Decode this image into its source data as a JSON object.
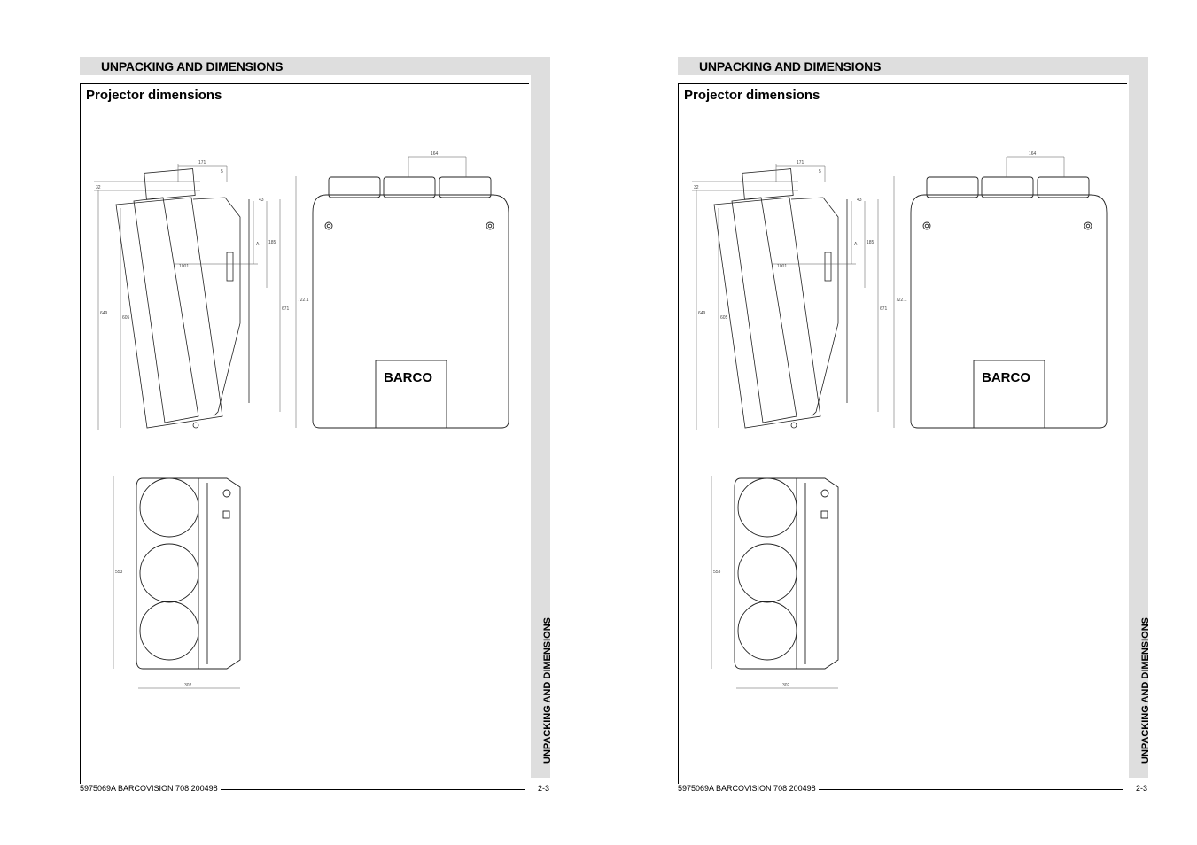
{
  "pages": [
    {
      "header_title": "UNPACKING AND DIMENSIONS",
      "section_title": "Projector dimensions",
      "side_tab": "UNPACKING AND DIMENSIONS",
      "footer_id": "5975069A BARCOVISION 708 200498",
      "page_number": "2-3",
      "logo_text": "BARCO",
      "dimension_labels": {
        "dim_top_right": "164",
        "dim_top_left": "171",
        "dim_small": "5",
        "dim_left_top": "32",
        "dim_right_small": "43",
        "dim_right_mid": "185",
        "dim_right_a": "A",
        "dim_center": "1001",
        "dim_total_height": "649",
        "dim_inner_height": "605",
        "dim_right_height": "671",
        "dim_front_height": "722.1",
        "dim_bottom_height": "553",
        "dim_bottom_width": "302"
      }
    },
    {
      "header_title": "UNPACKING AND DIMENSIONS",
      "section_title": "Projector dimensions",
      "side_tab": "UNPACKING AND DIMENSIONS",
      "footer_id": "5975069A BARCOVISION 708 200498",
      "page_number": "2-3",
      "logo_text": "BARCO",
      "dimension_labels": {
        "dim_top_right": "164",
        "dim_top_left": "171",
        "dim_small": "5",
        "dim_left_top": "32",
        "dim_right_small": "43",
        "dim_right_mid": "185",
        "dim_right_a": "A",
        "dim_center": "1001",
        "dim_total_height": "649",
        "dim_inner_height": "605",
        "dim_right_height": "671",
        "dim_front_height": "722.1",
        "dim_bottom_height": "553",
        "dim_bottom_width": "302"
      }
    }
  ]
}
